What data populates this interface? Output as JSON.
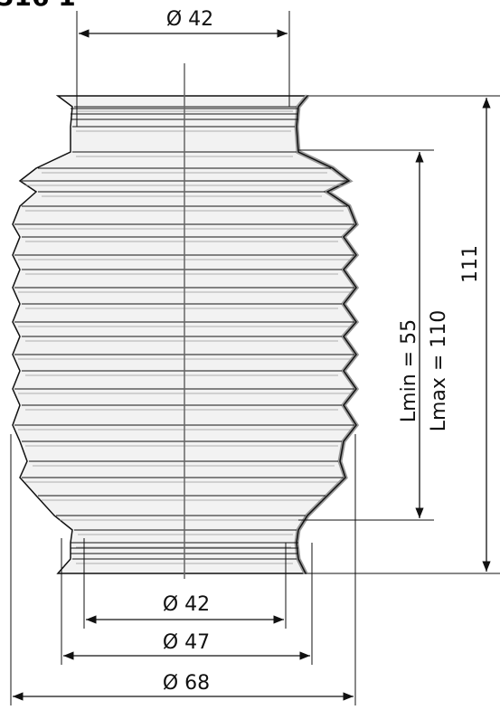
{
  "title_fragment": "516 1",
  "dimensions": {
    "top_inner_diameter": "Ø 42",
    "bottom_inner_diameter": "Ø 42",
    "bottom_flange_diameter": "Ø 47",
    "max_outer_diameter": "Ø 68",
    "overall_length": "111",
    "length_range": "Lmin = 55",
    "length_max": "Lmax = 110"
  },
  "colors": {
    "line": "#111111",
    "fill": "#f2f2f2",
    "shadow": "#9a9a9a"
  }
}
